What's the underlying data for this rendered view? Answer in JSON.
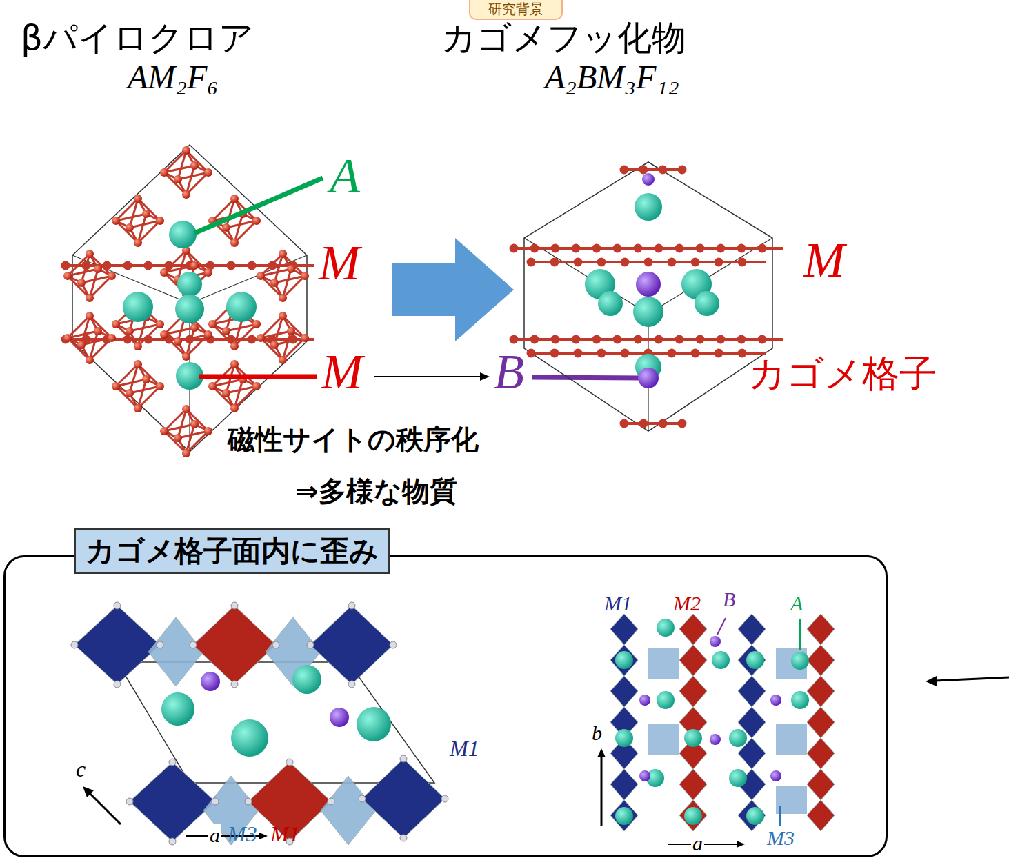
{
  "diagram": {
    "title": "研究背景",
    "nodes": [
      {
        "text": [
          "カゴメ格子面内に歪み"
        ]
      }
    ],
    "labels": [
      "βパイロクロア",
      "AM₂F₆",
      "カゴメフッ化物",
      "A₂BM₃F₁₂",
      "A",
      "M",
      "M",
      "M",
      "B",
      "カゴメ格子",
      "磁性サイトの秩序化",
      "⇒多様な物質",
      "M1",
      "c",
      "a",
      "M3",
      "M1",
      "M1",
      "M2",
      "B",
      "A",
      "b",
      "a",
      "M3"
    ]
  }
}
